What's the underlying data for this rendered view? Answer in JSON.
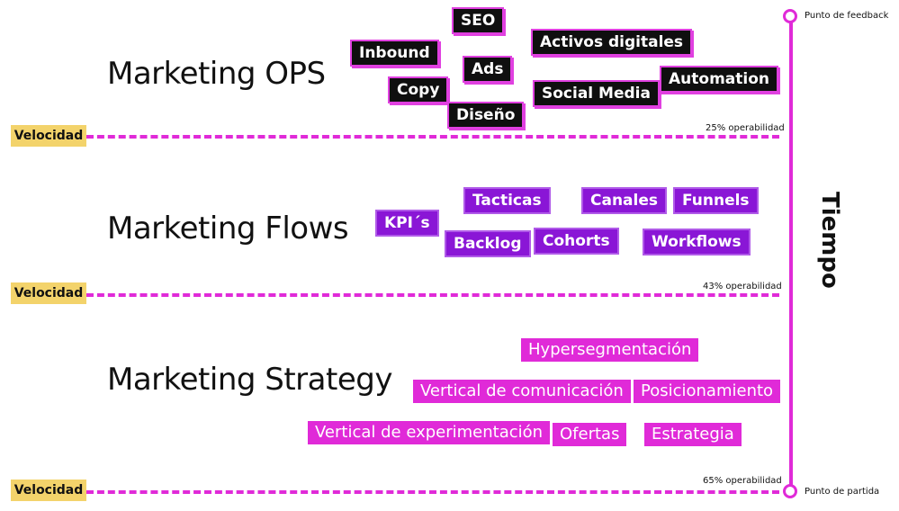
{
  "sections": [
    {
      "title": "Marketing OPS"
    },
    {
      "title": "Marketing Flows"
    },
    {
      "title": "Marketing Strategy"
    }
  ],
  "ops_tags": [
    "SEO",
    "Inbound",
    "Activos digitales",
    "Ads",
    "Automation",
    "Copy",
    "Social Media",
    "Diseño"
  ],
  "flow_tags": [
    "Tacticas",
    "Canales",
    "Funnels",
    "KPI´s",
    "Backlog",
    "Cohorts",
    "Workflows"
  ],
  "strategy_tags": [
    "Hypersegmentación",
    "Vertical de comunicación",
    "Posicionamiento",
    "Vertical de experimentación",
    "Ofertas",
    "Estrategia"
  ],
  "velocidad_labels": [
    "Velocidad",
    "Velocidad",
    "Velocidad"
  ],
  "operabilidad": [
    "25% operabilidad",
    "43% operabilidad",
    "65% operabilidad"
  ],
  "timeline": {
    "axis_label": "Tiempo",
    "top_label": "Punto de feedback",
    "bottom_label": "Punto de partida"
  },
  "colors": {
    "magenta": "#e02ad8",
    "purple": "#8a16d6",
    "black_tag": "#0f0f0f",
    "velocidad_yellow": "#f3d36b"
  }
}
